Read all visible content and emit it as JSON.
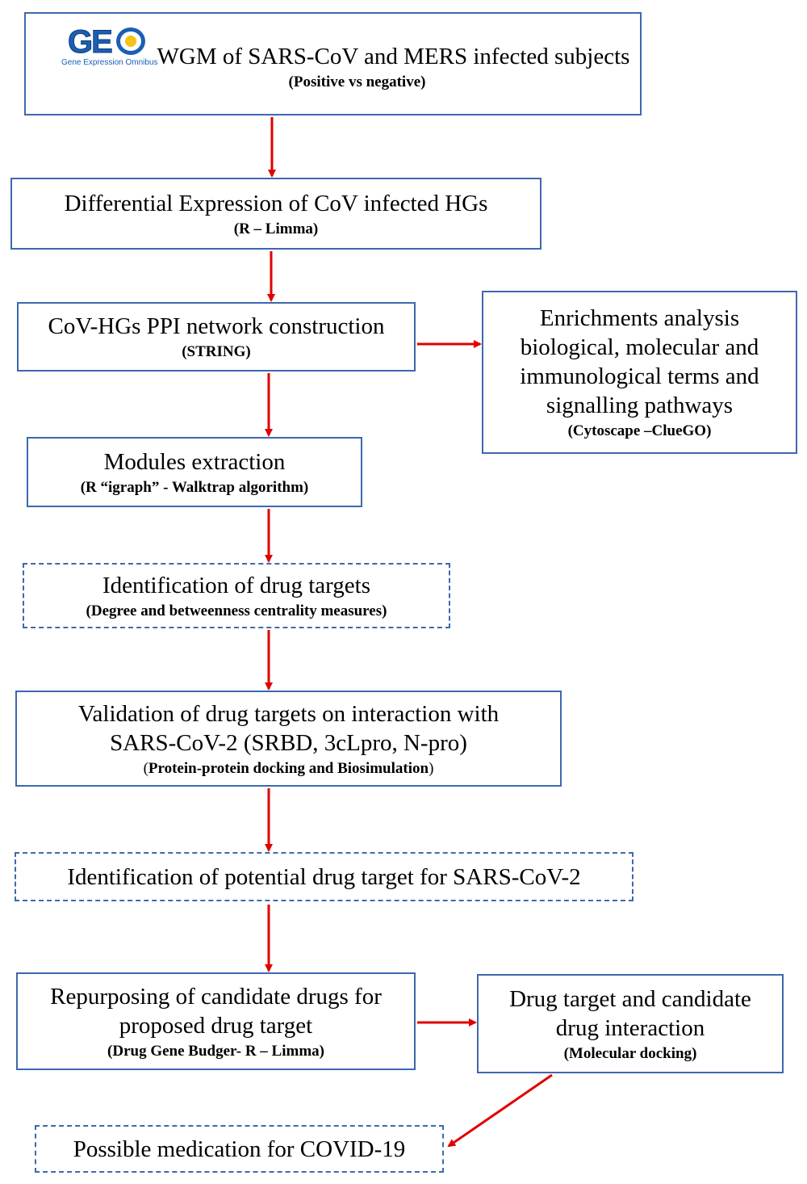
{
  "colors": {
    "box_border": "#3d68b0",
    "arrow": "#e00000",
    "logo_blue": "#1a5fb4",
    "logo_yellow": "#f5c21a"
  },
  "logo": {
    "icon": "geo-logo-icon",
    "word": "GE",
    "tagline": "Gene Expression Omnibus"
  },
  "boxes": {
    "wgm": {
      "main": "WGM of SARS-CoV and MERS infected subjects",
      "sub": "(Positive vs negative)"
    },
    "differential": {
      "main": "Differential Expression of CoV infected HGs",
      "sub": "(R – Limma)"
    },
    "ppi": {
      "main": "CoV-HGs PPI network construction",
      "sub": "(STRING)"
    },
    "enrichment": {
      "line1": "Enrichments analysis",
      "line2": "biological, molecular and",
      "line3": "immunological terms and",
      "line4": "signalling pathways",
      "sub": "(Cytoscape –ClueGO)"
    },
    "modules": {
      "main": "Modules extraction",
      "sub": "(R “igraph” - Walktrap algorithm)"
    },
    "identification": {
      "main": "Identification of drug targets",
      "sub": "(Degree and betweenness centrality measures)"
    },
    "validation": {
      "line1": "Validation of drug targets on interaction with",
      "line2": "SARS-CoV-2 (SRBD, 3cLpro, N-pro)",
      "paren_open": "(",
      "sub": "Protein-protein docking and Biosimulation",
      "paren_close": ")"
    },
    "potential": {
      "main": "Identification of potential drug target for SARS-CoV-2"
    },
    "repurposing": {
      "line1": "Repurposing of candidate drugs for",
      "line2": "proposed drug target",
      "sub": "(Drug Gene Budger- R – Limma)"
    },
    "interaction": {
      "line1": "Drug target and candidate",
      "line2": "drug interaction",
      "sub": "(Molecular docking)"
    },
    "medication": {
      "main": "Possible medication for COVID-19"
    }
  }
}
